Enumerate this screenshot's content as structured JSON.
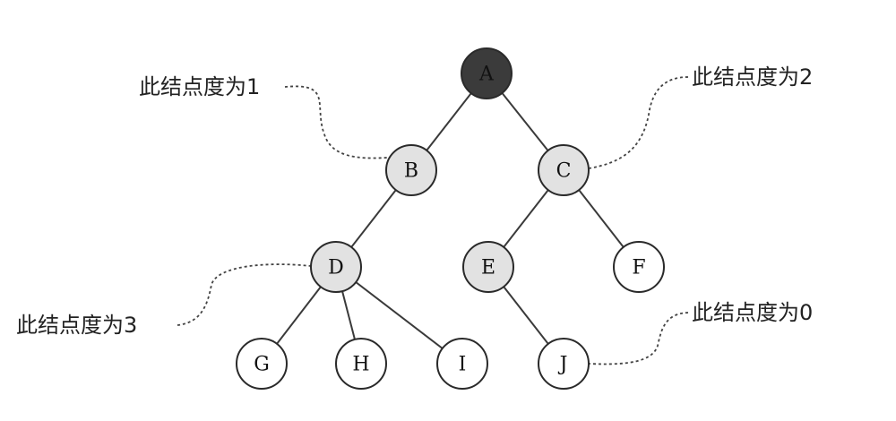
{
  "tree": {
    "nodes": [
      {
        "id": "A",
        "label": "A",
        "style": "root"
      },
      {
        "id": "B",
        "label": "B",
        "style": "shaded"
      },
      {
        "id": "C",
        "label": "C",
        "style": "shaded"
      },
      {
        "id": "D",
        "label": "D",
        "style": "shaded"
      },
      {
        "id": "E",
        "label": "E",
        "style": "shaded"
      },
      {
        "id": "F",
        "label": "F",
        "style": "plain"
      },
      {
        "id": "G",
        "label": "G",
        "style": "plain"
      },
      {
        "id": "H",
        "label": "H",
        "style": "plain"
      },
      {
        "id": "I",
        "label": "I",
        "style": "plain"
      },
      {
        "id": "J",
        "label": "J",
        "style": "plain"
      }
    ],
    "edges": [
      [
        "A",
        "B"
      ],
      [
        "A",
        "C"
      ],
      [
        "B",
        "D"
      ],
      [
        "C",
        "E"
      ],
      [
        "C",
        "F"
      ],
      [
        "D",
        "G"
      ],
      [
        "D",
        "H"
      ],
      [
        "D",
        "I"
      ],
      [
        "E",
        "J"
      ]
    ],
    "annotations": [
      {
        "id": "note-b",
        "text": "此结点度为1",
        "target": "B"
      },
      {
        "id": "note-c",
        "text": "此结点度为2",
        "target": "C"
      },
      {
        "id": "note-d",
        "text": "此结点度为3",
        "target": "D"
      },
      {
        "id": "note-j",
        "text": "此结点度为0",
        "target": "J"
      }
    ]
  },
  "colors": {
    "root_fill": "#3b3b3b",
    "shaded_fill": "#e2e2e2",
    "plain_fill": "#ffffff",
    "edge": "#3a3a3a"
  }
}
